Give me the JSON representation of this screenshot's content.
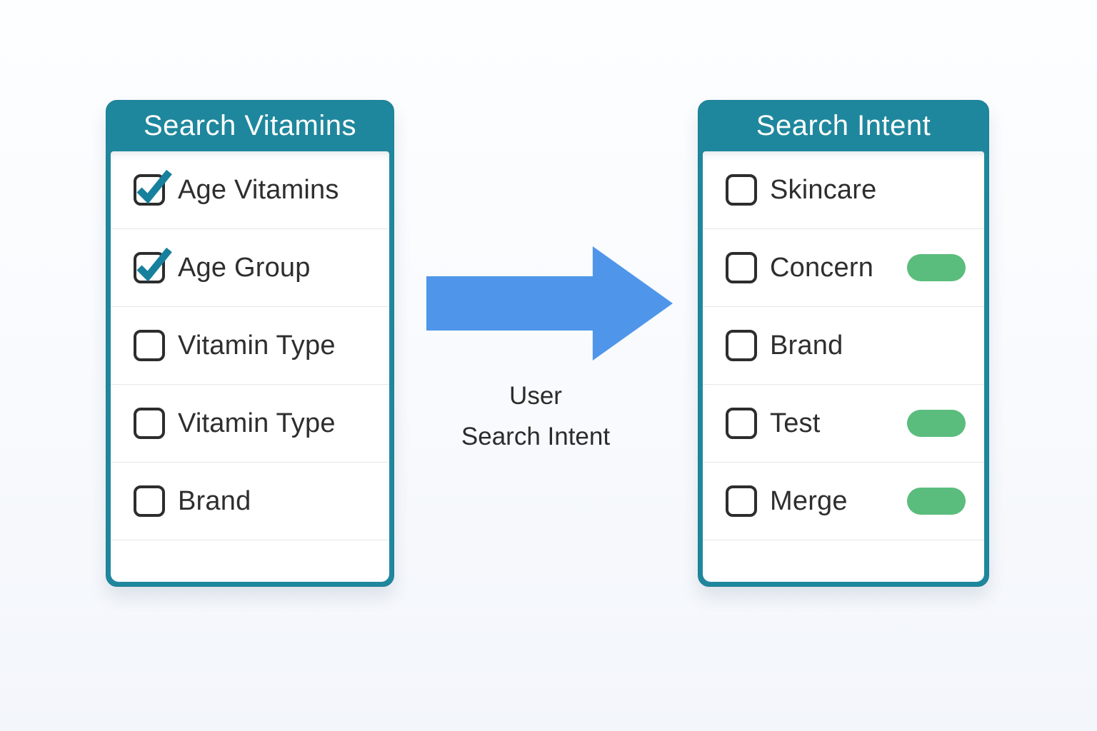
{
  "colors": {
    "background": "#f8fafd",
    "panel_teal": "#1f879d",
    "checkmark_teal": "#17809d",
    "green_pill": "#5abd7d",
    "arrow_blue": "#4f96ea",
    "text_dark": "#2e2e2e",
    "header_text": "#ffffff",
    "divider": "#e7e7e7"
  },
  "left_panel": {
    "title": "Search Vitamins",
    "items": [
      {
        "label": "Age Vitamins",
        "checked": true,
        "pill": false
      },
      {
        "label": "Age Group",
        "checked": true,
        "pill": false
      },
      {
        "label": "Vitamin Type",
        "checked": false,
        "pill": false
      },
      {
        "label": "Vitamin Type",
        "checked": false,
        "pill": false
      },
      {
        "label": "Brand",
        "checked": false,
        "pill": false
      }
    ]
  },
  "arrow": {
    "caption_line1": "User",
    "caption_line2": "Search Intent"
  },
  "right_panel": {
    "title": "Search Intent",
    "items": [
      {
        "label": "Skincare",
        "checked": false,
        "pill": false
      },
      {
        "label": "Concern",
        "checked": false,
        "pill": true
      },
      {
        "label": "Brand",
        "checked": false,
        "pill": false
      },
      {
        "label": "Test",
        "checked": false,
        "pill": true
      },
      {
        "label": "Merge",
        "checked": false,
        "pill": true
      }
    ]
  }
}
